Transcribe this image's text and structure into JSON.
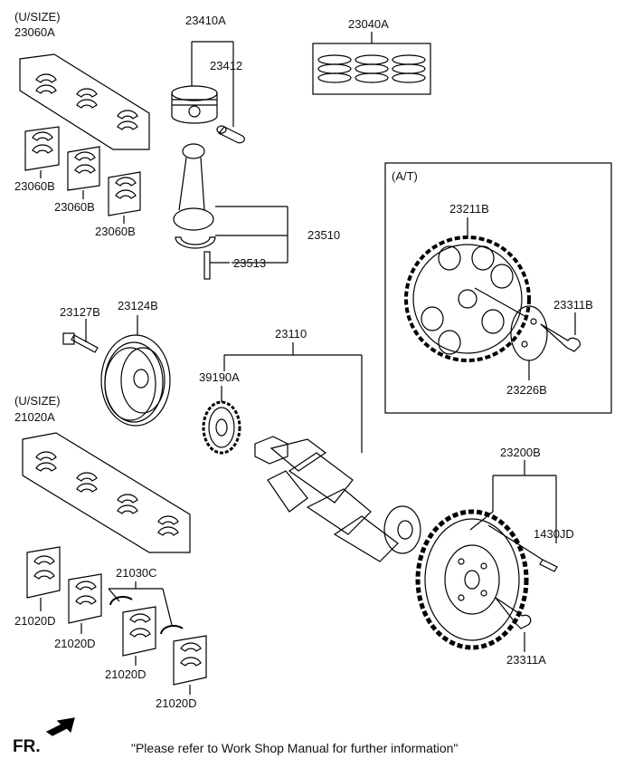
{
  "labels": {
    "usize_top": "(U/SIZE)",
    "p23060A": "23060A",
    "p23060B_1": "23060B",
    "p23060B_2": "23060B",
    "p23060B_3": "23060B",
    "p23410A": "23410A",
    "p23412": "23412",
    "p23040A": "23040A",
    "p23510": "23510",
    "p23513": "23513",
    "at": "(A/T)",
    "p23211B": "23211B",
    "p23311B": "23311B",
    "p23226B": "23226B",
    "p23127B": "23127B",
    "p23124B": "23124B",
    "p23110": "23110",
    "p39190A": "39190A",
    "usize_bottom": "(U/SIZE)",
    "p21020A": "21020A",
    "p23200B": "23200B",
    "p1430JD": "1430JD",
    "p23311A": "23311A",
    "p21030C": "21030C",
    "p21020D_1": "21020D",
    "p21020D_2": "21020D",
    "p21020D_3": "21020D",
    "p21020D_4": "21020D"
  },
  "footer": {
    "fr_label": "FR.",
    "note": "\"Please refer to Work Shop Manual for further information\""
  }
}
